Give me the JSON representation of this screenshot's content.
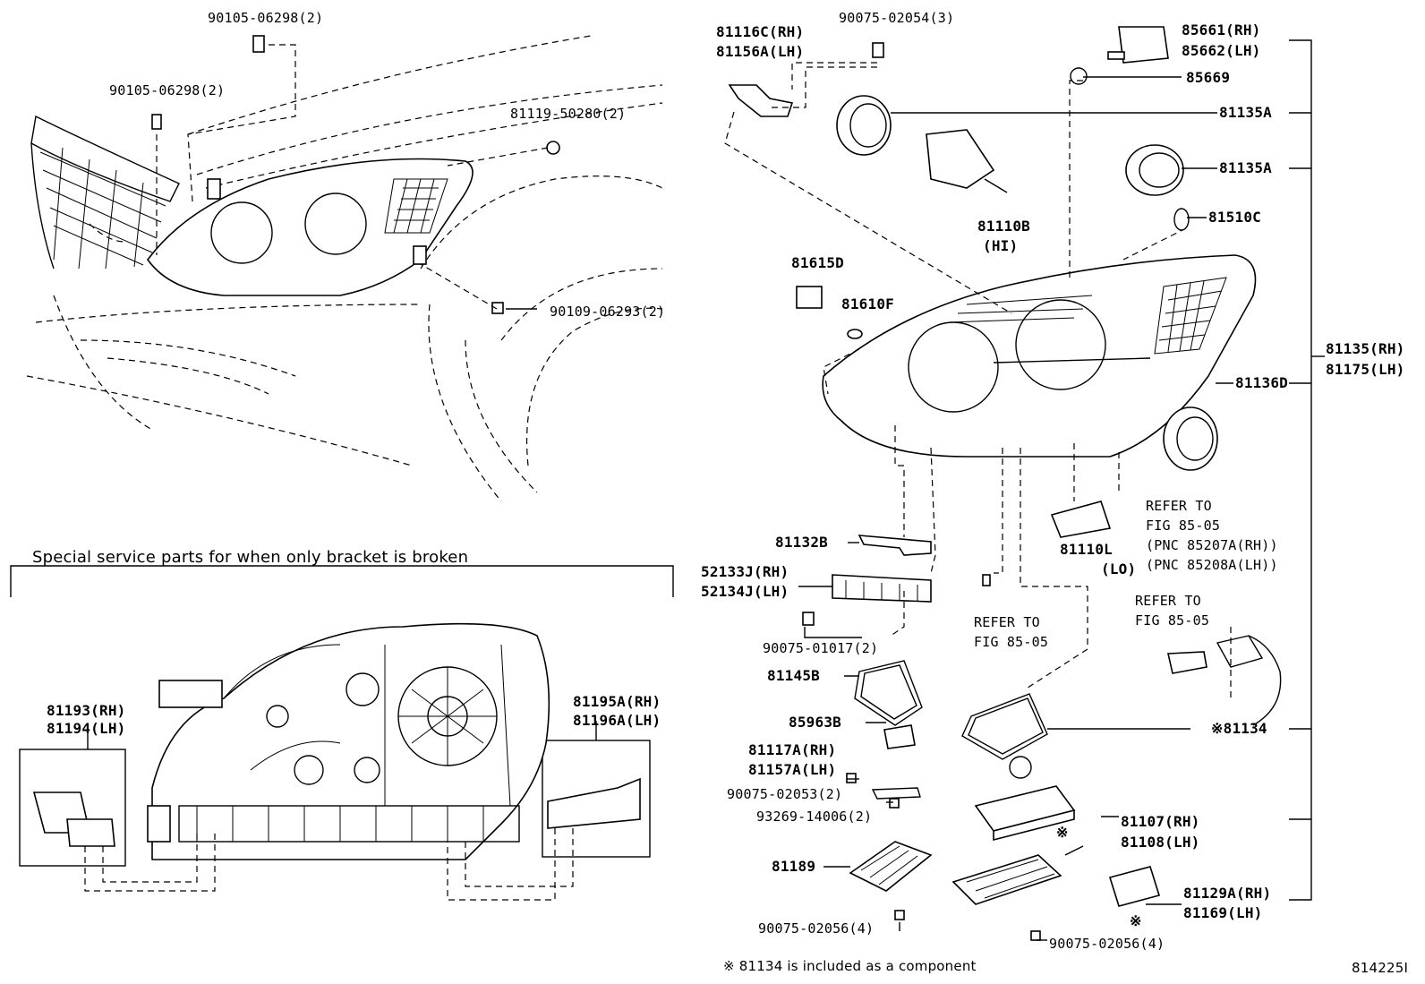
{
  "title_note": "Special service parts for when only bracket is broken",
  "footnote": "※ 81134 is included as a component",
  "figure_code": "814225I",
  "labels": {
    "p90105_06298_a": "90105-06298(2)",
    "p90105_06298_b": "90105-06298(2)",
    "p81119_50280": "81119-50280(2)",
    "p90109_06293": "90109-06293(2)",
    "p81116c": "81116C(RH)",
    "p81156a": "81156A(LH)",
    "p90075_02054": "90075-02054(3)",
    "p85661": "85661(RH)",
    "p85662": "85662(LH)",
    "p85669": "85669",
    "p81135a_1": "81135A",
    "p81135a_2": "81135A",
    "p81510c": "81510C",
    "p81110b": "81110B",
    "p81110b_hi": "(HI)",
    "p81615d": "81615D",
    "p81610f": "81610F",
    "p81135rh": "81135(RH)",
    "p81175lh": "81175(LH)",
    "p81136d": "81136D",
    "p81132b": "81132B",
    "p52133j": "52133J(RH)",
    "p52134j": "52134J(LH)",
    "p90075_01017": "90075-01017(2)",
    "p81110l": "81110L",
    "p81110l_lo": "(LO)",
    "refer1_a": "REFER TO",
    "refer1_b": "FIG 85-05",
    "refer1_c": "(PNC 85207A(RH))",
    "refer1_d": "(PNC 85208A(LH))",
    "refer2_a": "REFER TO",
    "refer2_b": "FIG 85-05",
    "refer3_a": "REFER TO",
    "refer3_b": "FIG 85-05",
    "p81145b": "81145B",
    "p85963b": "85963B",
    "p81134": "※81134",
    "p81117a": "81117A(RH)",
    "p81157a": "81157A(LH)",
    "p90075_02053": "90075-02053(2)",
    "p93269_14006": "93269-14006(2)",
    "p81107": "81107(RH)",
    "p81108": "81108(LH)",
    "mark_1": "※",
    "p81189": "81189",
    "p81129a": "81129A(RH)",
    "p81169": "81169(LH)",
    "mark_2": "※",
    "p90075_02056_a": "90075-02056(4)",
    "p90075_02056_b": "90075-02056(4)",
    "p81193": "81193(RH)",
    "p81194": "81194(LH)",
    "p81195a": "81195A(RH)",
    "p81196a": "81196A(LH)"
  }
}
